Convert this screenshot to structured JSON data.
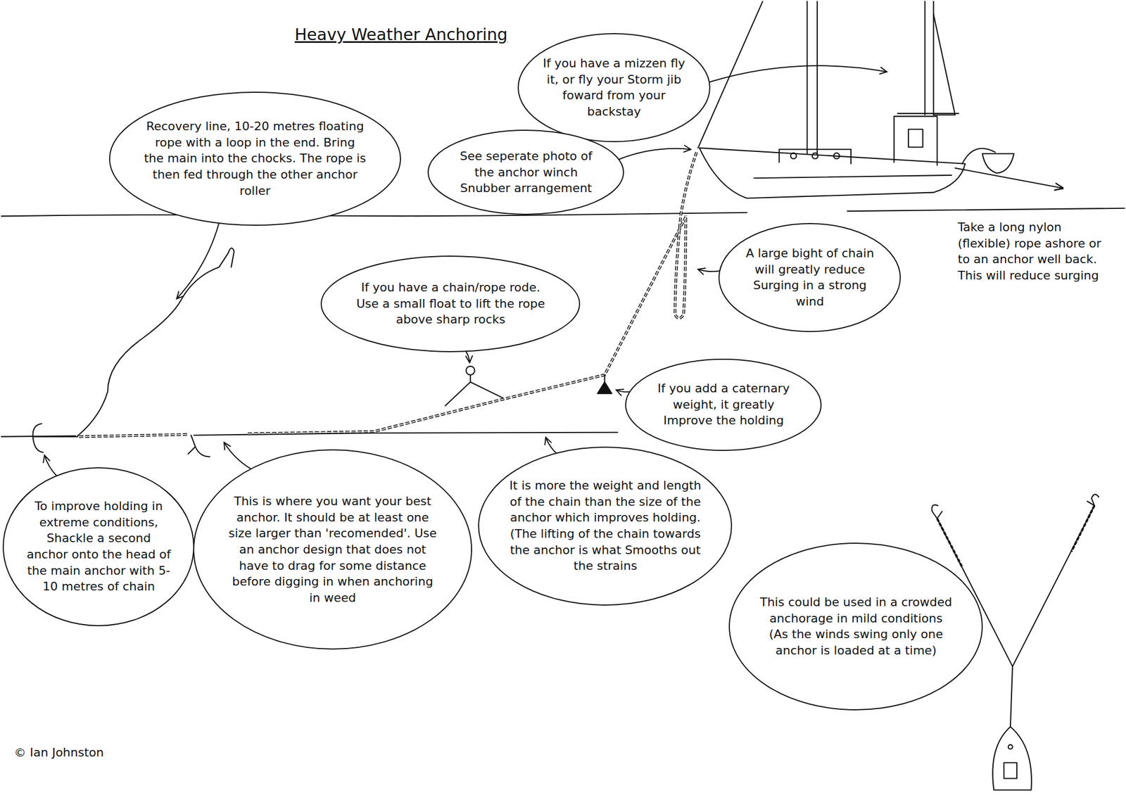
{
  "diagram": {
    "title": "Heavy Weather Anchoring",
    "nodes": [
      {
        "text": [
          "If you have a mizzen fly it, or fly your Storm jib foward from your backstay"
        ]
      },
      {
        "text": [
          "Recovery line, 10-20 metres floating rope with a loop in the end. Bring the main into the chocks. The rope is then fed through the other anchor roller"
        ]
      },
      {
        "text": [
          "See seperate photo of the anchor winch Snubber arrangement"
        ]
      },
      {
        "text": [
          "A large bight of chain will greatly reduce Surging in a strong wind"
        ]
      },
      {
        "text": [
          "If you have a chain/rope rode. Use a small float to lift the rope above sharp rocks"
        ]
      },
      {
        "text": [
          "If you add a caternary weight, it greatly Improve the holding"
        ]
      },
      {
        "text": [
          "It is more the weight and length of the chain than the size of the anchor which improves holding. (The lifting of the chain towards the anchor is what Smooths out the strains"
        ]
      },
      {
        "text": [
          "To improve holding in extreme conditions, Shackle a second anchor onto the head of the main anchor with 5-10 metres of chain"
        ]
      },
      {
        "text": [
          "This is where you want your best anchor. It should be at least one size larger than 'recomended'. Use an anchor design that does not have to drag for some distance before digging in when anchoring in weed"
        ]
      },
      {
        "text": [
          "This could be used in a crowded anchorage in mild conditions (As the winds swing only one anchor is loaded at a time)"
        ]
      }
    ],
    "labels": [
      "Take a long nylon (flexible) rope ashore or to an anchor well back. This will reduce surging",
      "© Ian Johnston"
    ]
  }
}
